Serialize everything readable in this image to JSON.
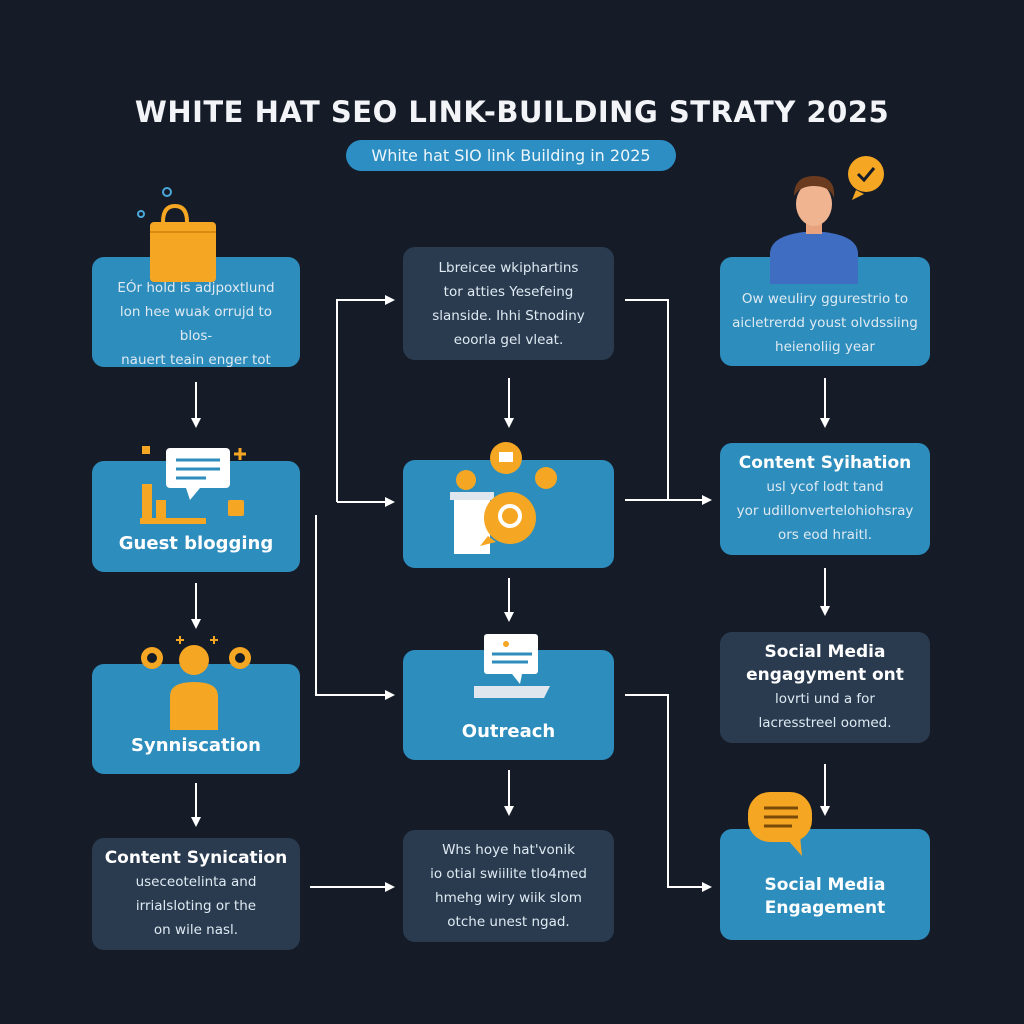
{
  "header": {
    "title": "WHITE HAT SEO LINK-BUILDING STRATY 2025",
    "subtitle": "White hat SIO link Building in 2025"
  },
  "columns": [
    {
      "boxes": [
        {
          "style": "blue",
          "icon": "shopping-bag-icon",
          "text": [
            "EÓr hold is adjpoxtlund",
            "lon hee wuak orrujd to blos-",
            "nauert teain enger tot"
          ]
        },
        {
          "style": "blue",
          "icon": "chat-chart-icon",
          "label": "Guest blogging"
        },
        {
          "style": "blue",
          "icon": "person-gears-icon",
          "label": "Synniscation"
        },
        {
          "style": "dark",
          "heading": "Content Synication",
          "text": [
            "useceotelinta and",
            "irrialsloting or the",
            "on wile nasl."
          ]
        }
      ]
    },
    {
      "boxes": [
        {
          "style": "dark",
          "text": [
            "Lbreicee wkiphartins",
            "tor atties Yesefeing",
            "slanside. Ihhi Stnodiny",
            "eoorla gel vleat."
          ]
        },
        {
          "style": "blue",
          "icon": "podium-chat-icon"
        },
        {
          "style": "blue",
          "icon": "laptop-message-icon",
          "label": "Outreach"
        },
        {
          "style": "dark",
          "text": [
            "Whs hoye hat'vonik",
            "io otial swiilite tlo4med",
            "hmehg wiry wiik slom",
            "otche unest ngad."
          ]
        }
      ]
    },
    {
      "boxes": [
        {
          "style": "blue",
          "icon": "person-avatar-icon",
          "badge": "check-badge-icon",
          "text": [
            "Ow weuliry ggurestrio to",
            "aicletrerdd youst olvdssiing",
            "heienoliig year"
          ]
        },
        {
          "style": "blue",
          "heading": "Content Syihation",
          "text": [
            "usl ycof lodt tand",
            "yor udillonvertelohiohsray",
            "ors eod hraitl."
          ]
        },
        {
          "style": "dark",
          "heading": "Social Media",
          "heading2": "engagyment ont",
          "text": [
            "lovrti und a for",
            "lacresstreel oomed."
          ]
        },
        {
          "style": "blue",
          "icon": "speech-bubble-icon",
          "heading": "Social Media",
          "heading2": "Engagement"
        }
      ]
    }
  ],
  "colors": {
    "background": "#151c28",
    "box_blue": "#2d8dbd",
    "box_dark": "#2a3b50",
    "accent_orange": "#f5a623",
    "connector": "#ffffff"
  }
}
